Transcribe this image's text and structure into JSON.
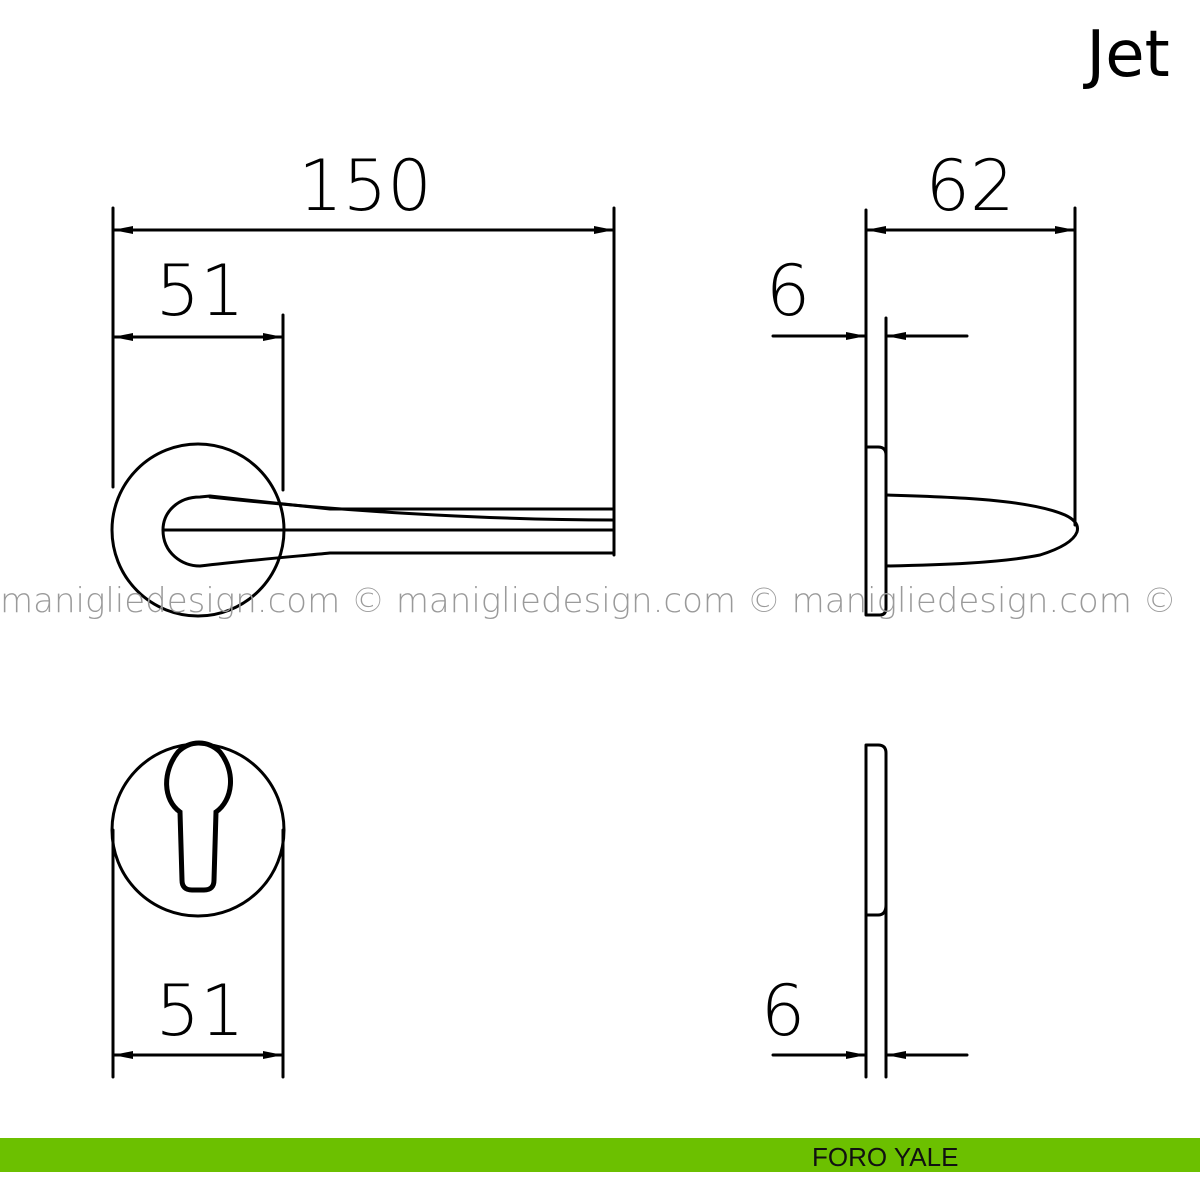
{
  "title": "Jet",
  "dimensions": {
    "total_length": "150",
    "rosette_diameter_top": "51",
    "projection": "62",
    "plate_thickness_top": "6",
    "rosette_diameter_bottom": "51",
    "plate_thickness_bottom": "6"
  },
  "watermark": "maniglie­design.com © maniglie­design.com © maniglie­design.com ©",
  "footer": {
    "label": "FORO YALE",
    "color": "#6cc000"
  }
}
